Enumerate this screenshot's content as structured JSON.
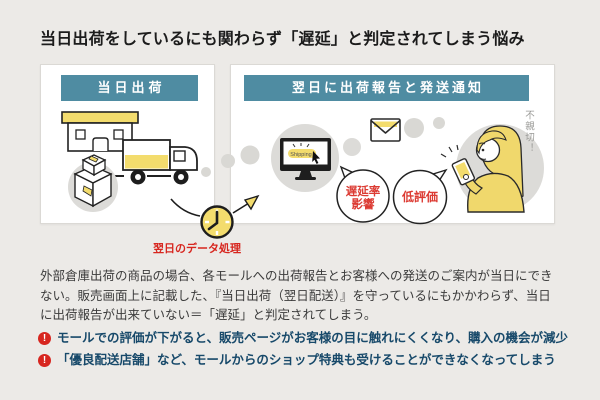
{
  "title": "当日出荷をしているにも関わらず「遅延」と判定されてしまう悩み",
  "panels": {
    "left": {
      "header": "当日出荷"
    },
    "right": {
      "header": "翌日に出荷報告と発送通知"
    }
  },
  "process": {
    "arrow_label": "翌日のデータ処理",
    "monitor_button_label": "Shipping",
    "bubbles": {
      "delay_line1": "遅延率",
      "delay_line2": "影響",
      "rating": "低評価"
    },
    "customer_note": "不親切！"
  },
  "description": "外部倉庫出荷の商品の場合、各モールへの出荷報告とお客様への発送のご案内が当日にできない。販売画面上に記載した、『当日出荷（翌日配送）』を守っているにもかかわらず、当日に出荷報告が出来ていない＝「遅延」と判定されてしまう。",
  "warnings": [
    {
      "text": "モールでの評価が下がると、販売ページがお客様の目に触れにくくなり、購入の機会が減少"
    },
    {
      "text": "「優良配送店舗」など、モールからのショップ特典も受けることができなくなってしまう"
    }
  ],
  "ui": {
    "alert_glyph": "!"
  },
  "colors": {
    "header_teal": "#4f8ca2",
    "accent_yellow": "#f3dc6d",
    "alert_red": "#d7261f",
    "bubble_red": "#dc3b33",
    "warning_navy": "#17496a",
    "background": "#eceae7",
    "circle_gray": "#dcdbd8"
  }
}
